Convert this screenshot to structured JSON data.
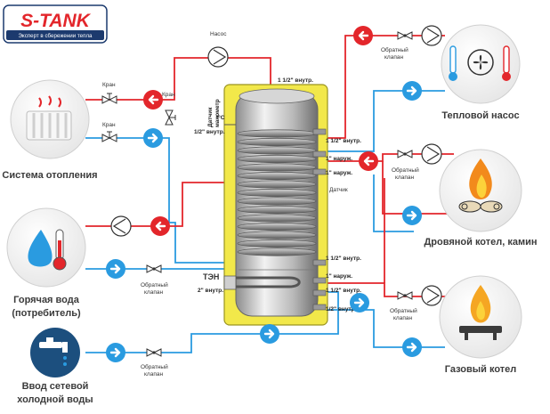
{
  "brand": {
    "logo_text": "S-TANK",
    "tagline": "Эксперт в сбережении тепла"
  },
  "devices": {
    "heating_system": "Система отопления",
    "hot_water_line1": "Горячая вода",
    "hot_water_line2": "(потребитель)",
    "cold_water_line1": "Ввод  сетевой",
    "cold_water_line2": "холодной воды",
    "heat_pump": "Тепловой насос",
    "wood_boiler": "Дровяной котел, камин",
    "gas_boiler": "Газовый котел"
  },
  "fittings": {
    "pump": "Насос",
    "valve": "Кран",
    "check_valve_line1": "Обратный",
    "check_valve_line2": "клапан",
    "sensor": "Датчик",
    "thermometer_line1": "Датчик",
    "thermometer_line2": "манометр",
    "temp_unit": "t°C",
    "heater": "ТЭН"
  },
  "ports": {
    "p_top": "1 1/2\" внутр.",
    "p_left_half": "1/2\" внутр.",
    "p_r1": "1 1/2\" внутр.",
    "p_r2": "1\" наруж.",
    "p_r3": "1\" наруж.",
    "p_r4": "1 1/2\" внутр.",
    "p_r5": "1\" наруж.",
    "p_r6": "1 1/2\" внутр.",
    "p_r7": "1/2\" внутр.",
    "p_heater": "2\" внутр."
  },
  "colors": {
    "hot": "#e3262b",
    "cold": "#2a9be0",
    "tank_shell": "#f2e84a",
    "brand": "#e3262b",
    "brand_dark": "#1c3a6e"
  }
}
